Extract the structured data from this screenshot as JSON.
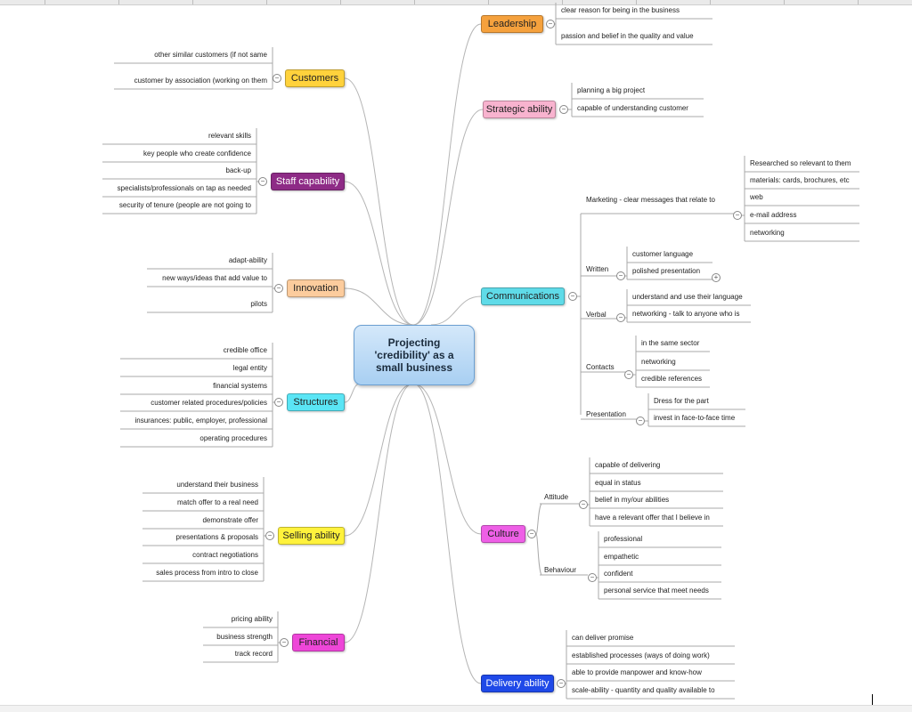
{
  "central": {
    "line1": "Projecting",
    "line2": "'credibility' as a",
    "line3": "small business"
  },
  "colors": {
    "leadership": "#f5a13d",
    "strategic": "#f8b3cf",
    "communications": "#5fdbe8",
    "culture": "#ee5fe6",
    "delivery": "#1f49e8",
    "customers": "#ffd23c",
    "staff": "#8e2b86",
    "innovation": "#fccc9d",
    "structures": "#5ae5f5",
    "selling": "#fff23c",
    "financial": "#ee46d8"
  },
  "topics": {
    "leadership": {
      "label": "Leadership",
      "items": [
        "clear reason for being in the business",
        "passion and belief in the quality and value"
      ]
    },
    "strategic": {
      "label": "Strategic ability",
      "items": [
        "planning a big project",
        "capable of understanding customer"
      ]
    },
    "communications": {
      "label": "Communications",
      "marketing": {
        "label": "Marketing - clear messages that relate to",
        "items": [
          "Researched so relevant to them",
          "materials: cards, brochures, etc",
          "web",
          "e-mail address",
          "networking"
        ]
      },
      "written": {
        "label": "Written",
        "items": [
          "customer language",
          "polished presentation"
        ]
      },
      "verbal": {
        "label": "Verbal",
        "items": [
          "understand and use their language",
          "networking - talk to anyone who is"
        ]
      },
      "contacts": {
        "label": "Contacts",
        "items": [
          "in the same sector",
          "networking",
          "credible references"
        ]
      },
      "presentation": {
        "label": "Presentation",
        "items": [
          "Dress for the part",
          "invest in face-to-face time"
        ]
      }
    },
    "culture": {
      "label": "Culture",
      "attitude": {
        "label": "Attitude",
        "items": [
          "capable of delivering",
          "equal in status",
          "belief in my/our abilities",
          "have a relevant offer that I believe in"
        ]
      },
      "behaviour": {
        "label": "Behaviour",
        "items": [
          "professional",
          "empathetic",
          "confident",
          "personal service that meet needs"
        ]
      }
    },
    "delivery": {
      "label": "Delivery ability",
      "items": [
        "can deliver promise",
        "established processes (ways of doing work)",
        "able to provide manpower and know-how",
        "scale-ability - quantity and quality available to"
      ]
    },
    "customers": {
      "label": "Customers",
      "items": [
        "other similar customers (if not same",
        "customer by association (working on them"
      ]
    },
    "staff": {
      "label": "Staff capability",
      "items": [
        "relevant skills",
        "key people who create confidence",
        "back-up",
        "specialists/professionals on tap as needed",
        "security of tenure (people are not going to"
      ]
    },
    "innovation": {
      "label": "Innovation",
      "items": [
        "adapt-ability",
        "new ways/ideas that add value to",
        "pilots"
      ]
    },
    "structures": {
      "label": "Structures",
      "items": [
        "credible office",
        "legal entity",
        "financial systems",
        "customer related procedures/policies",
        "insurances: public, employer, professional",
        "operating procedures"
      ]
    },
    "selling": {
      "label": "Selling ability",
      "items": [
        "understand their business",
        "match offer to a real need",
        "demonstrate offer",
        "presentations & proposals",
        "contract negotiations",
        "sales process from intro to close"
      ]
    },
    "financial": {
      "label": "Financial",
      "items": [
        "pricing ability",
        "business strength",
        "track record"
      ]
    }
  },
  "toggles": {
    "collapse": "−",
    "expand": "+"
  }
}
